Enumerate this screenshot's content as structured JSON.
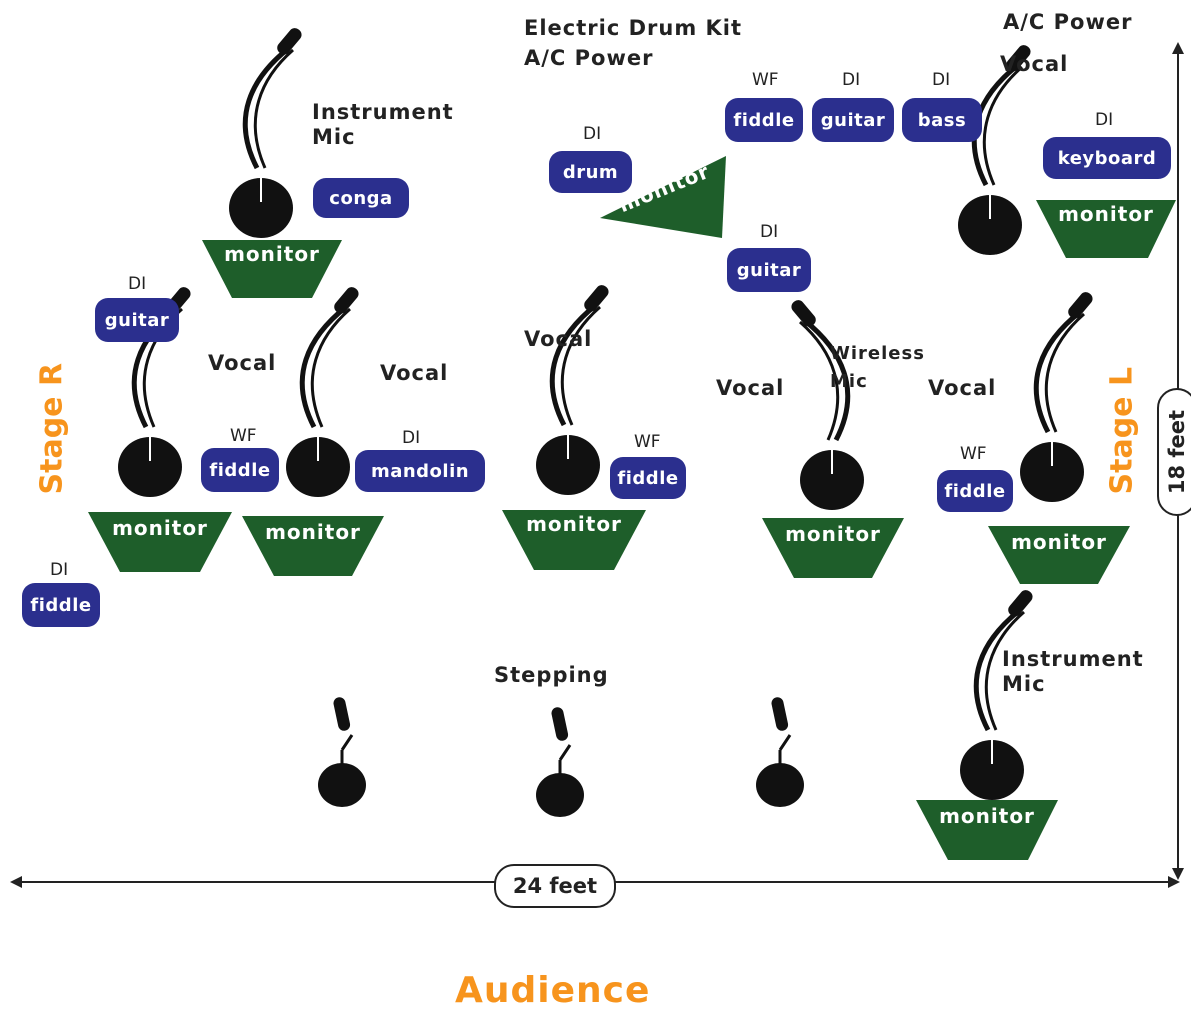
{
  "labels": {
    "electric_drum_kit": "Electric Drum Kit",
    "ac_power_center": "A/C Power",
    "ac_power_right": "A/C Power",
    "instrument_mic_top": "Instrument\nMic",
    "instrument_mic_bottom": "Instrument\nMic",
    "vocal_top_right": "Vocal",
    "vocal_1": "Vocal",
    "vocal_2": "Vocal",
    "vocal_3": "Vocal",
    "vocal_4": "Vocal",
    "vocal_5": "Vocal",
    "wireless_mic": "Wireless\nMic",
    "stepping": "Stepping"
  },
  "small_labels": {
    "di_drum": "DI",
    "wf_fiddle_top": "WF",
    "di_guitar_top": "DI",
    "di_bass": "DI",
    "di_keyboard": "DI",
    "di_guitar_mid": "DI",
    "di_guitar_left": "DI",
    "wf_fiddle_left": "WF",
    "di_mandolin": "DI",
    "wf_fiddle_center": "WF",
    "wf_fiddle_right": "WF",
    "di_fiddle_left": "DI"
  },
  "pills": {
    "conga": "conga",
    "drum": "drum",
    "fiddle_top": "fiddle",
    "guitar_top": "guitar",
    "bass": "bass",
    "keyboard": "keyboard",
    "guitar_mid": "guitar",
    "guitar_left": "guitar",
    "fiddle_left": "fiddle",
    "mandolin": "mandolin",
    "fiddle_center": "fiddle",
    "fiddle_right": "fiddle",
    "fiddle_far_left": "fiddle"
  },
  "monitor_label": "monitor",
  "stage_right": "Stage R",
  "stage_left": "Stage L",
  "width_dim": "24 feet",
  "depth_dim": "18 feet",
  "audience": "Audience",
  "colors": {
    "pill": "#2b2f8e",
    "monitor": "#1e5e2a",
    "accent": "#f7941d"
  }
}
